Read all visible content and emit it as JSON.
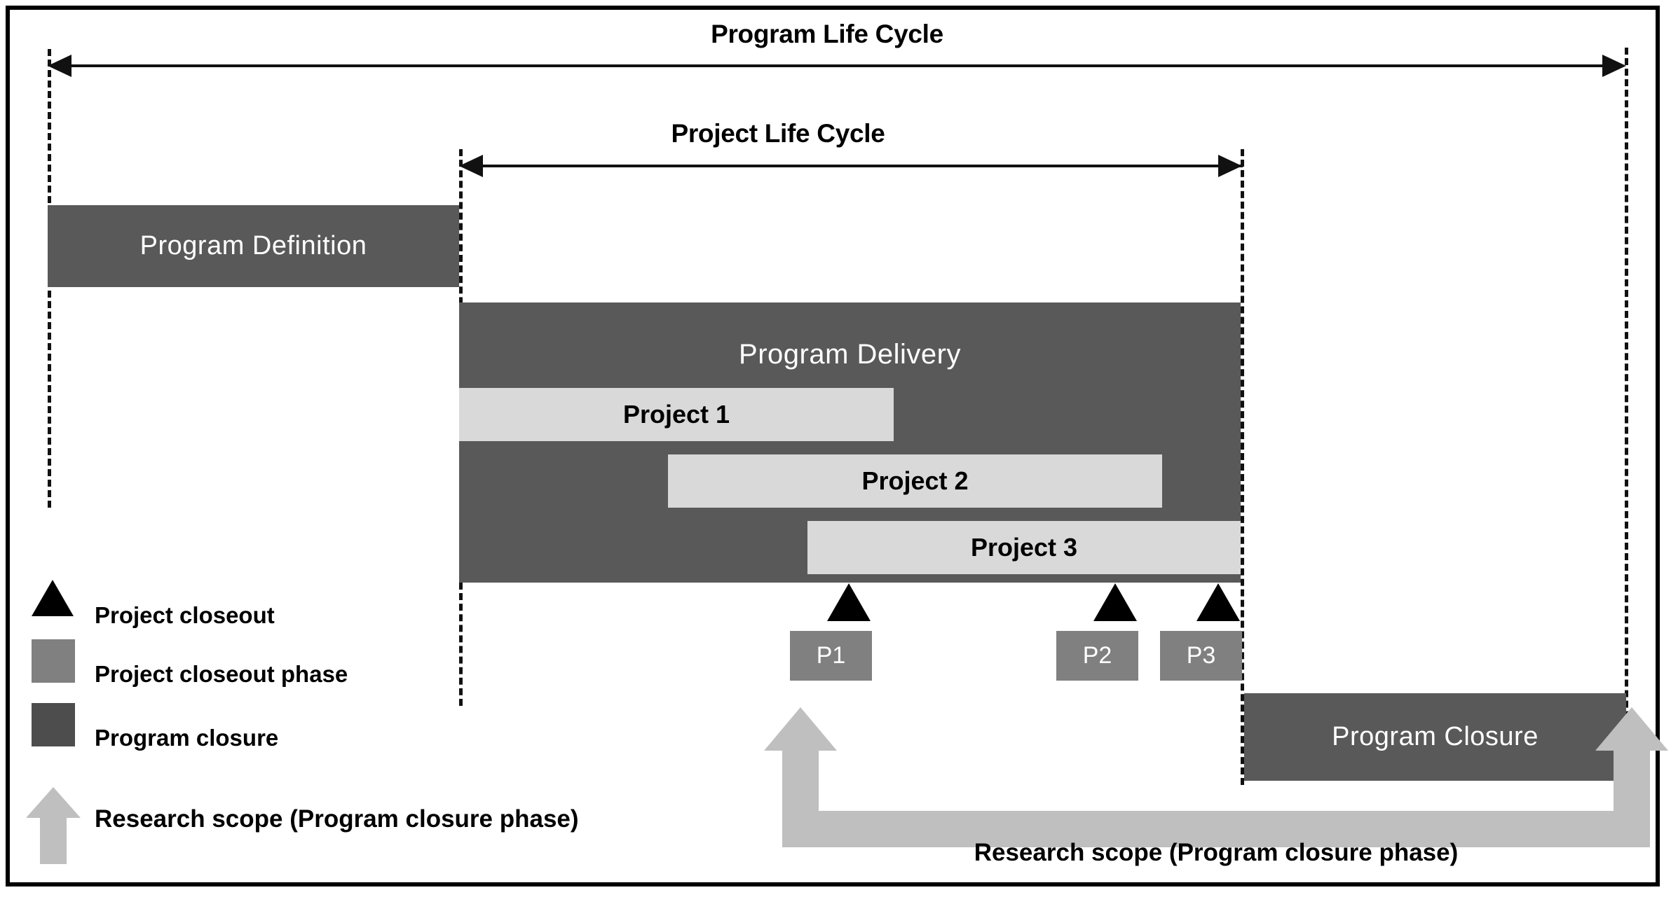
{
  "diagram": {
    "title_top": "Program Life Cycle",
    "title_mid": "Project Life Cycle",
    "bars": {
      "program_definition": "Program Definition",
      "program_delivery": "Program Delivery",
      "program_closure": "Program Closure",
      "project1": "Project 1",
      "project2": "Project 2",
      "project3": "Project 3"
    },
    "closeout_markers": [
      {
        "label": "P1"
      },
      {
        "label": "P2"
      },
      {
        "label": "P3"
      }
    ],
    "scope_label": "Research scope (Program closure phase)",
    "legend": {
      "items": [
        {
          "icon": "triangle-icon",
          "label": "Project closeout"
        },
        {
          "icon": "square-icon",
          "label": "Project closeout phase"
        },
        {
          "icon": "square-icon",
          "label": "Program closure"
        },
        {
          "icon": "up-arrow-icon",
          "label": "Research scope (Program closure phase)"
        }
      ]
    },
    "colors": {
      "dark_gray": "#595959",
      "mid_gray": "#808080",
      "light_gray": "#d9d9d9",
      "scope_gray": "#bfbfbf",
      "black": "#000000",
      "white": "#ffffff"
    }
  }
}
